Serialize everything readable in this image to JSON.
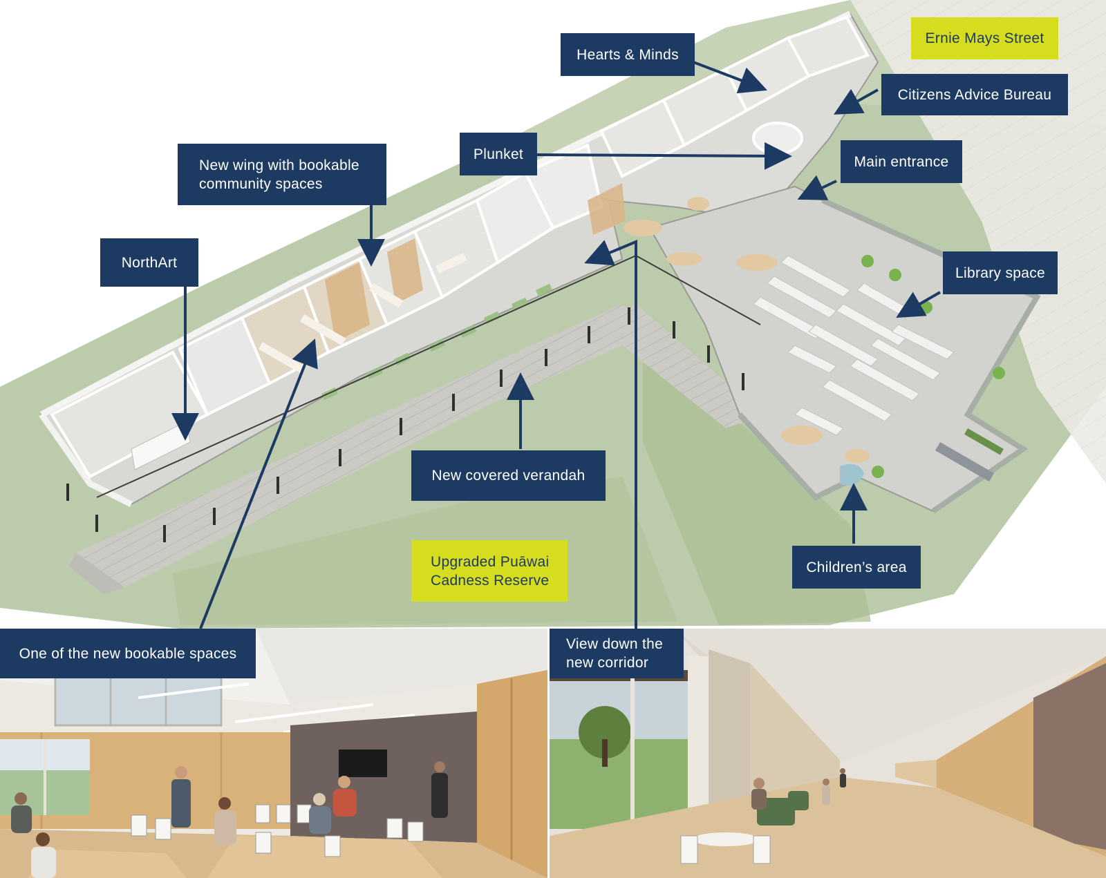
{
  "callouts": {
    "hearts_minds": "Hearts & Minds",
    "citizens_advice": "Citizens Advice Bureau",
    "plunket": "Plunket",
    "main_entrance": "Main entrance",
    "new_wing": "New wing with bookable\ncommunity spaces",
    "northart": "NorthArt",
    "library_space": "Library space",
    "new_verandah": "New covered verandah",
    "childrens_area": "Children’s area",
    "bookable_space": "One of the new bookable spaces",
    "corridor_view": "View down the\nnew corridor"
  },
  "place_labels": {
    "street": "Ernie Mays Street",
    "reserve": "Upgraded Puāwai\nCadness Reserve"
  },
  "colors": {
    "callout_navy": "#1d3a63",
    "place_lime": "#d6dc1e",
    "grass": "#b9c9a4",
    "floor": "#d6d6d3",
    "deck": "#c9c9c4",
    "timber": "#d9b68a"
  }
}
